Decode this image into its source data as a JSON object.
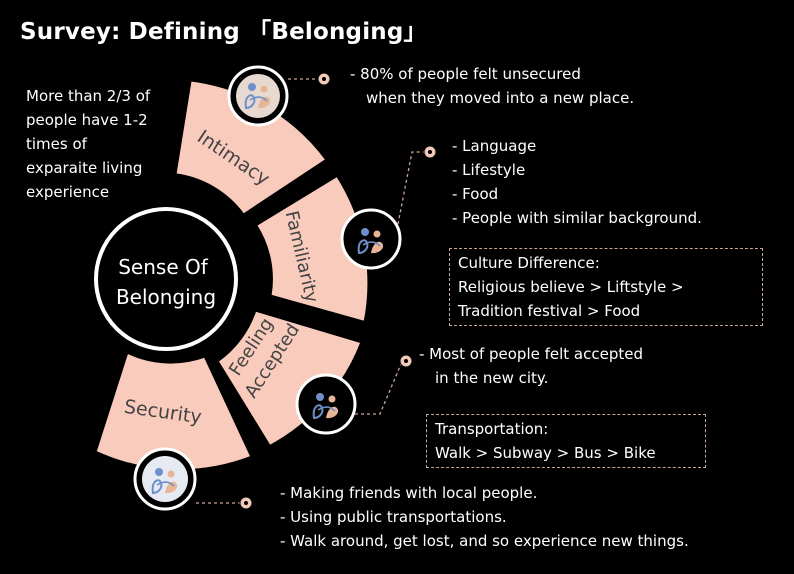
{
  "title": "Survey: Defining 「Belonging」",
  "left_note": [
    "More than 2/3 of",
    "people have 1-2",
    "times of",
    "exparaite living",
    "experience"
  ],
  "center": {
    "line1": "Sense Of",
    "line2": "Belonging"
  },
  "segments": {
    "intimacy": "Intimacy",
    "familiarity": "Familiarity",
    "feeling1": "Feeling",
    "feeling2": "Accepted",
    "security": "Security"
  },
  "notes": {
    "intimacy": [
      "- 80% of people felt unsecured",
      "   when they moved into a new place."
    ],
    "familiarity": [
      "- Language",
      "- Lifestyle",
      "- Food",
      "- People with similar background."
    ],
    "culture_box": [
      "Culture Difference:",
      "Religious believe > Liftstyle >",
      "Tradition festival > Food"
    ],
    "accepted": [
      "- Most of people felt accepted",
      "   in the new city."
    ],
    "transport_box": [
      "Transportation:",
      "Walk > Subway > Bus > Bike"
    ],
    "security": [
      "- Making friends with local people.",
      "- Using public transportations.",
      "- Walk around, get lost, and so experience new things."
    ]
  },
  "colors": {
    "segment_fill": "#f8cbbc",
    "dot": "#f2c8b9",
    "dashed": "#c9a596",
    "icon_blue": "#6f8fc9",
    "icon_peach": "#e8b595"
  }
}
